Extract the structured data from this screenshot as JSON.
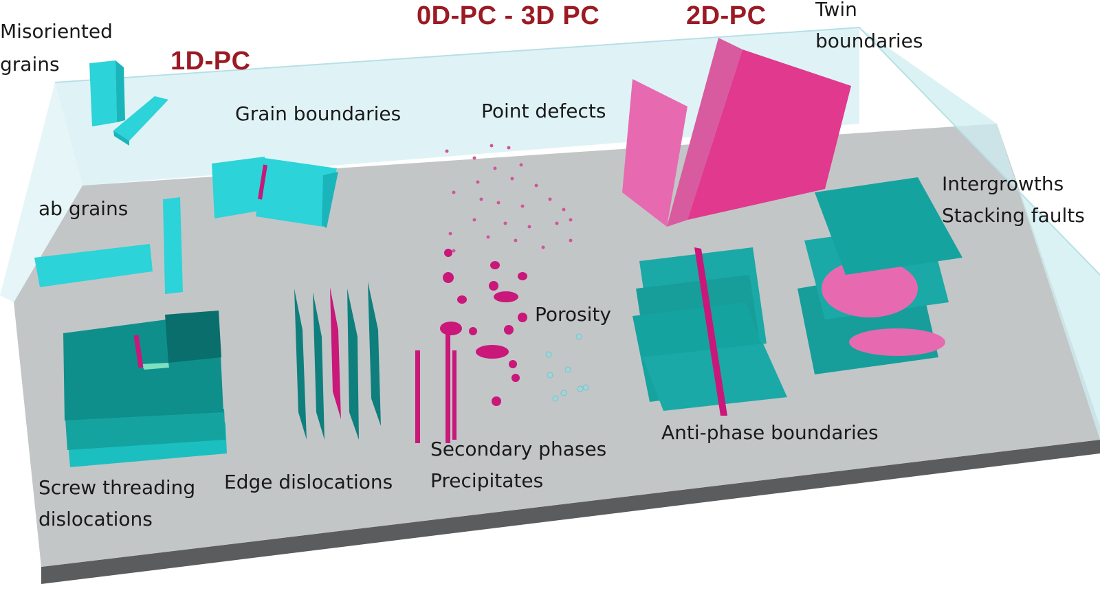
{
  "categories": {
    "one_d": "1D-PC",
    "zero_three_d": "0D-PC - 3D PC",
    "two_d": "2D-PC"
  },
  "labels": {
    "misoriented_line1": "Misoriented",
    "misoriented_line2": "grains",
    "grain_boundaries": "Grain boundaries",
    "point_defects": "Point defects",
    "twin_line1": "Twin",
    "twin_line2": "boundaries",
    "ab_grains": "ab grains",
    "intergrowths": "Intergrowths",
    "stacking_faults": "Stacking faults",
    "porosity": "Porosity",
    "anti_phase": "Anti-phase boundaries",
    "secondary_phases": "Secondary phases",
    "precipitates": "Precipitates",
    "screw_line1": "Screw threading",
    "screw_line2": "dislocations",
    "edge_dislocations": "Edge dislocations"
  },
  "colors": {
    "teal_top": "#15a3a0",
    "teal_side": "#0e7f7d",
    "cyan_block": "#2cd3d8",
    "magenta": "#c9177a",
    "pink_plane": "#e0398e",
    "pink_ellipse": "#e76ab0",
    "floor": "#c3c6c7",
    "floor_edge": "#5a5c5e",
    "glass": "#d9f1f4"
  }
}
